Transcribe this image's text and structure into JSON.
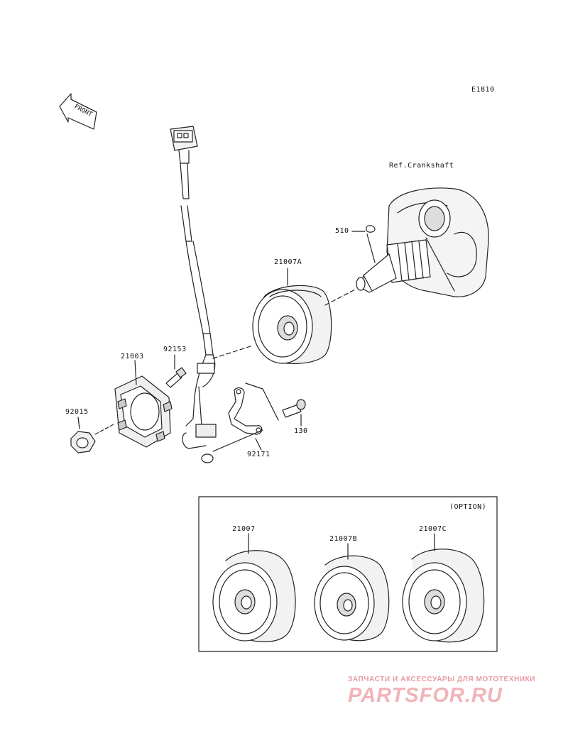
{
  "diagram_code": "E1810",
  "front_label": "FRONT",
  "ref_label": "Ref.Crankshaft",
  "option_label": "(OPTION)",
  "parts": {
    "p510": "510",
    "p21007A": "21007A",
    "p92153": "92153",
    "p21003": "21003",
    "p92015": "92015",
    "p130": "130",
    "p92171": "92171",
    "p21007": "21007",
    "p21007B": "21007B",
    "p21007C": "21007C"
  },
  "watermark": {
    "tagline": "ЗАПЧАСТИ И АКСЕССУАРЫ ДЛЯ МОТОТЕХНИКИ",
    "logo": "PARTSFOR.RU"
  },
  "colors": {
    "line": "#222222",
    "shade": "#d8d8d8",
    "watermark": "#f0b4b8"
  }
}
